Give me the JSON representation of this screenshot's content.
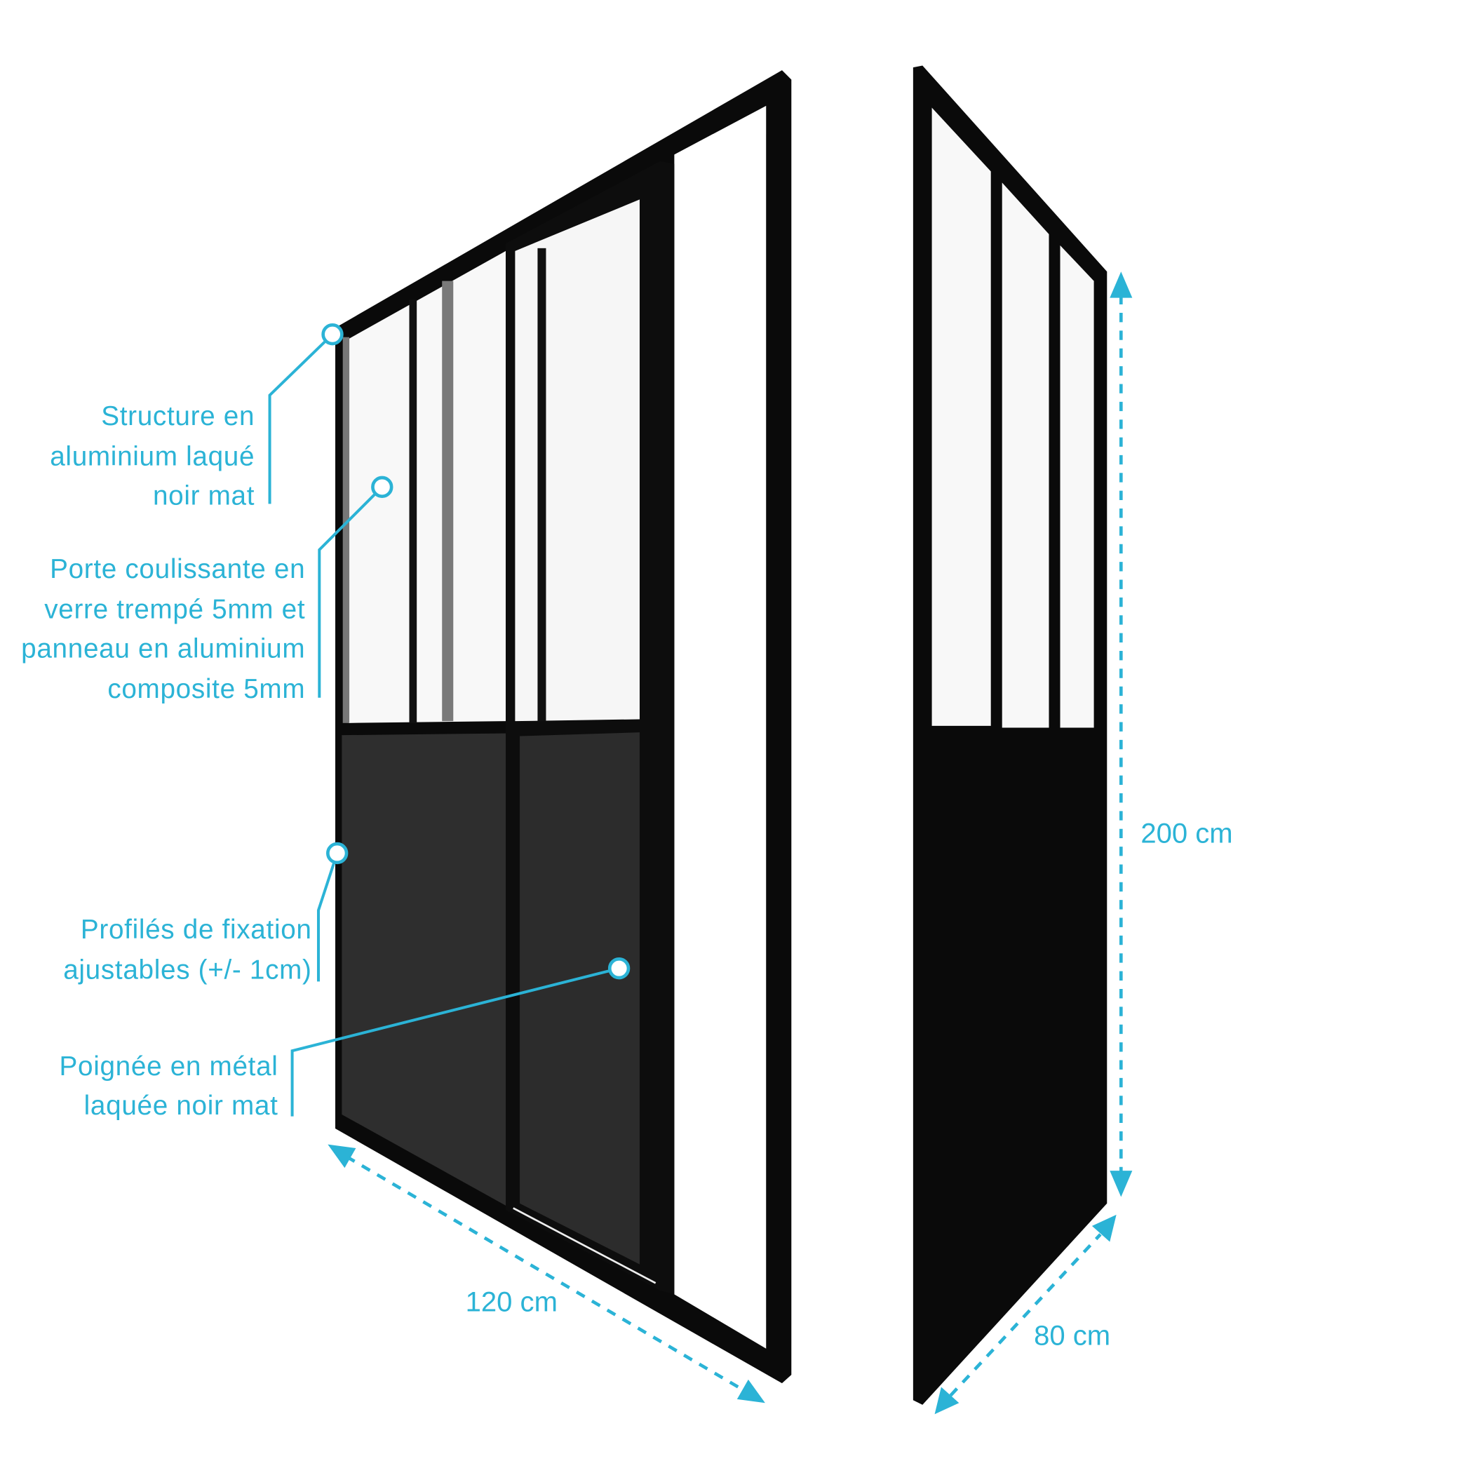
{
  "accent_color": "#2bb3d6",
  "callouts": [
    {
      "lines": [
        "Structure en",
        "aluminium laqué",
        "noir mat"
      ]
    },
    {
      "lines": [
        "Porte coulissante en",
        "verre trempé 5mm et",
        "panneau en aluminium",
        "composite 5mm"
      ]
    },
    {
      "lines": [
        "Profilés de fixation",
        "ajustables (+/- 1cm)"
      ]
    },
    {
      "lines": [
        "Poignée en métal",
        "laquée noir mat"
      ]
    }
  ],
  "dimensions": {
    "height": "200 cm",
    "width": "120 cm",
    "depth": "80 cm"
  }
}
